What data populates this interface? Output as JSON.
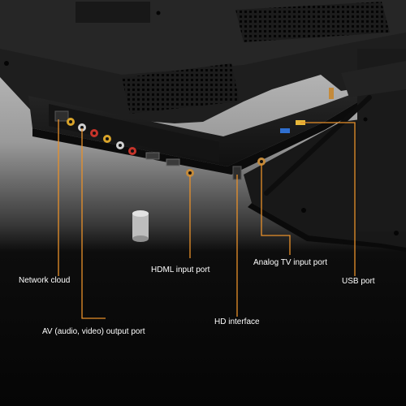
{
  "labels": {
    "network": "Network cloud",
    "av": "AV (audio, video) output port",
    "hdmi": "HDML input port",
    "hd": "HD interface",
    "analog": "Analog TV input port",
    "usb": "USB port"
  },
  "colors": {
    "callout": "#e8902a",
    "background_bottom": "#050505",
    "panel": "#1a1a1a",
    "label_text": "#ffffff"
  }
}
